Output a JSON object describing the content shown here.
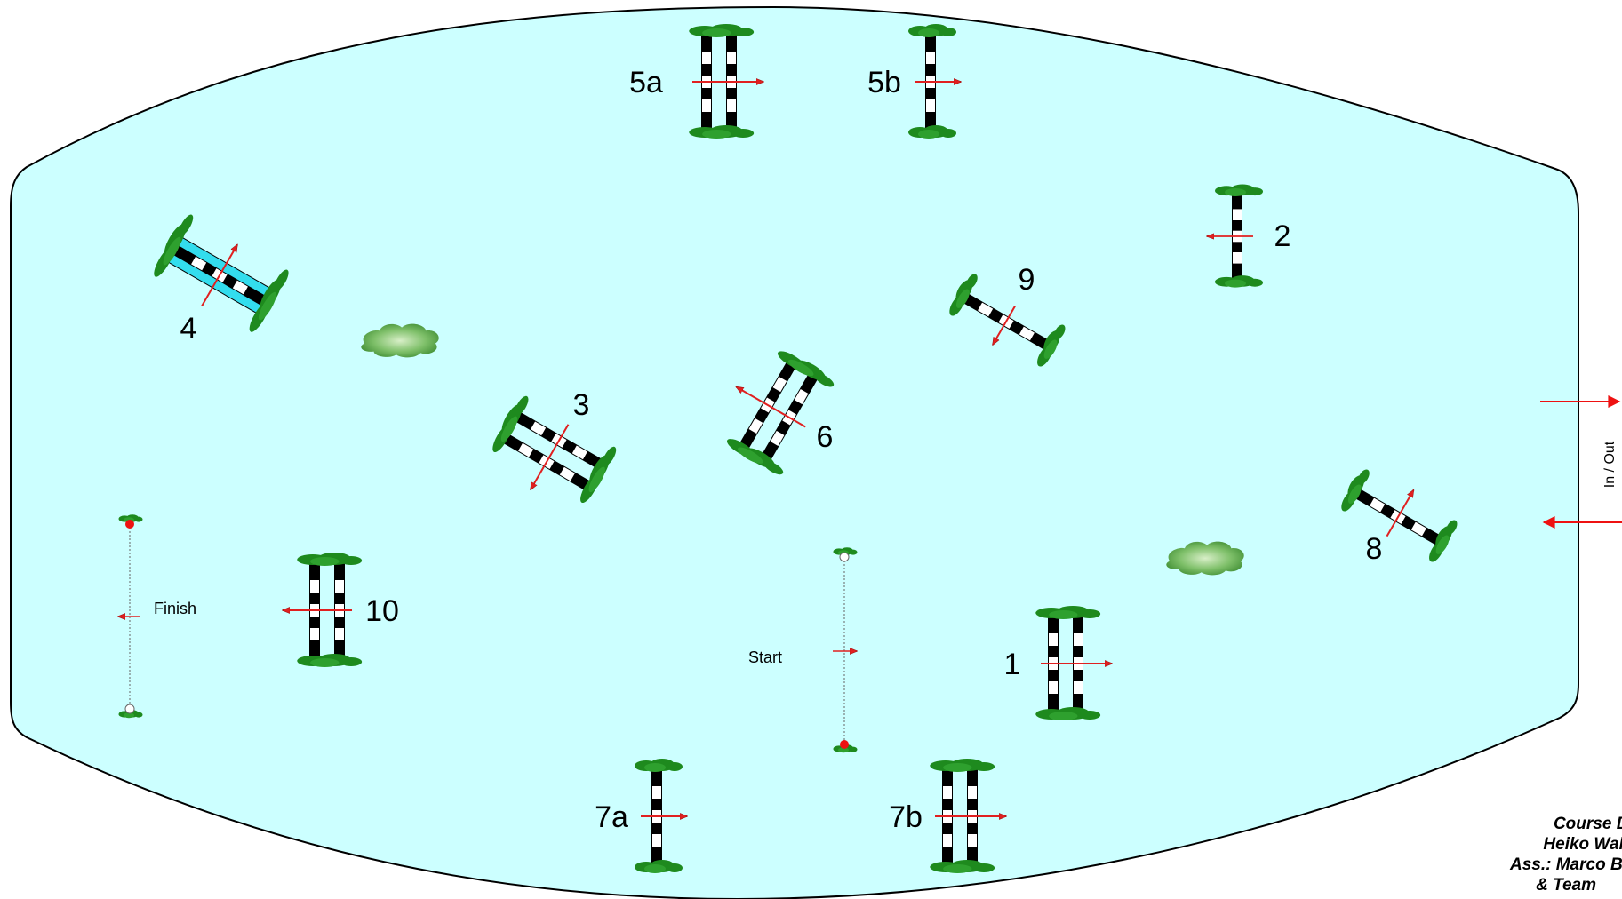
{
  "obstacles": [
    {
      "id": "1",
      "label": "1"
    },
    {
      "id": "2",
      "label": "2"
    },
    {
      "id": "3",
      "label": "3"
    },
    {
      "id": "4",
      "label": "4"
    },
    {
      "id": "5a",
      "label": "5a"
    },
    {
      "id": "5b",
      "label": "5b"
    },
    {
      "id": "6",
      "label": "6"
    },
    {
      "id": "7a",
      "label": "7a"
    },
    {
      "id": "7b",
      "label": "7b"
    },
    {
      "id": "8",
      "label": "8"
    },
    {
      "id": "9",
      "label": "9"
    },
    {
      "id": "10",
      "label": "10"
    }
  ],
  "lines": {
    "start_label": "Start",
    "finish_label": "Finish"
  },
  "gate": {
    "label": "In / Out"
  },
  "credits": {
    "line1": "Course Designer",
    "line2": "Heiko Wahlers",
    "line3": "Ass.: Marco Behrens",
    "line4": "& Team"
  },
  "colors": {
    "arena_fill": "#ccffff",
    "arena_stroke": "#000000",
    "pole_black": "#000000",
    "pole_white": "#ffffff",
    "standard_green": "#1e8a1e",
    "arrow_red": "#e02020",
    "water_blue": "#33ddee"
  }
}
